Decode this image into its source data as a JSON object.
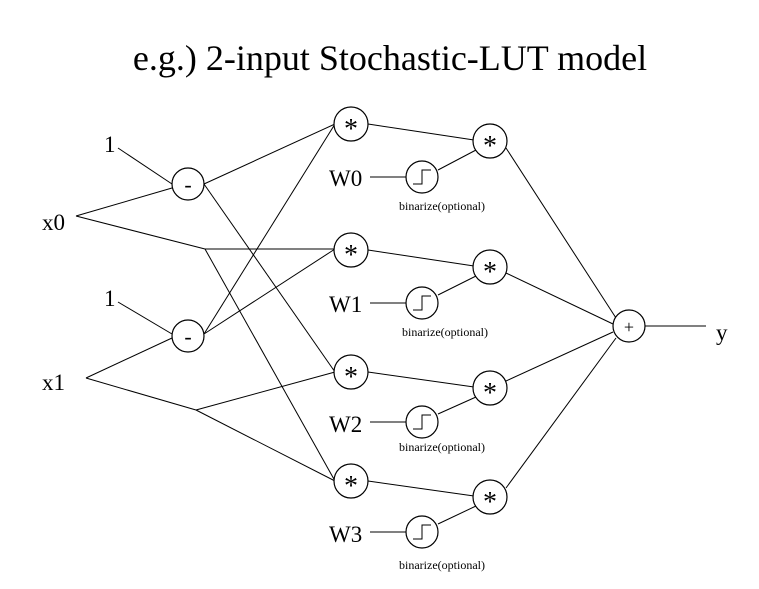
{
  "title": "e.g.) 2-input Stochastic-LUT model",
  "inputs": {
    "x0": "x0",
    "x1": "x1",
    "const0": "1",
    "const1": "1"
  },
  "weights": [
    "W0",
    "W1",
    "W2",
    "W3"
  ],
  "binarize_label": "binarize(optional)",
  "ops": {
    "subtract": "-",
    "multiply": "*",
    "sum": "+"
  },
  "output": "y"
}
